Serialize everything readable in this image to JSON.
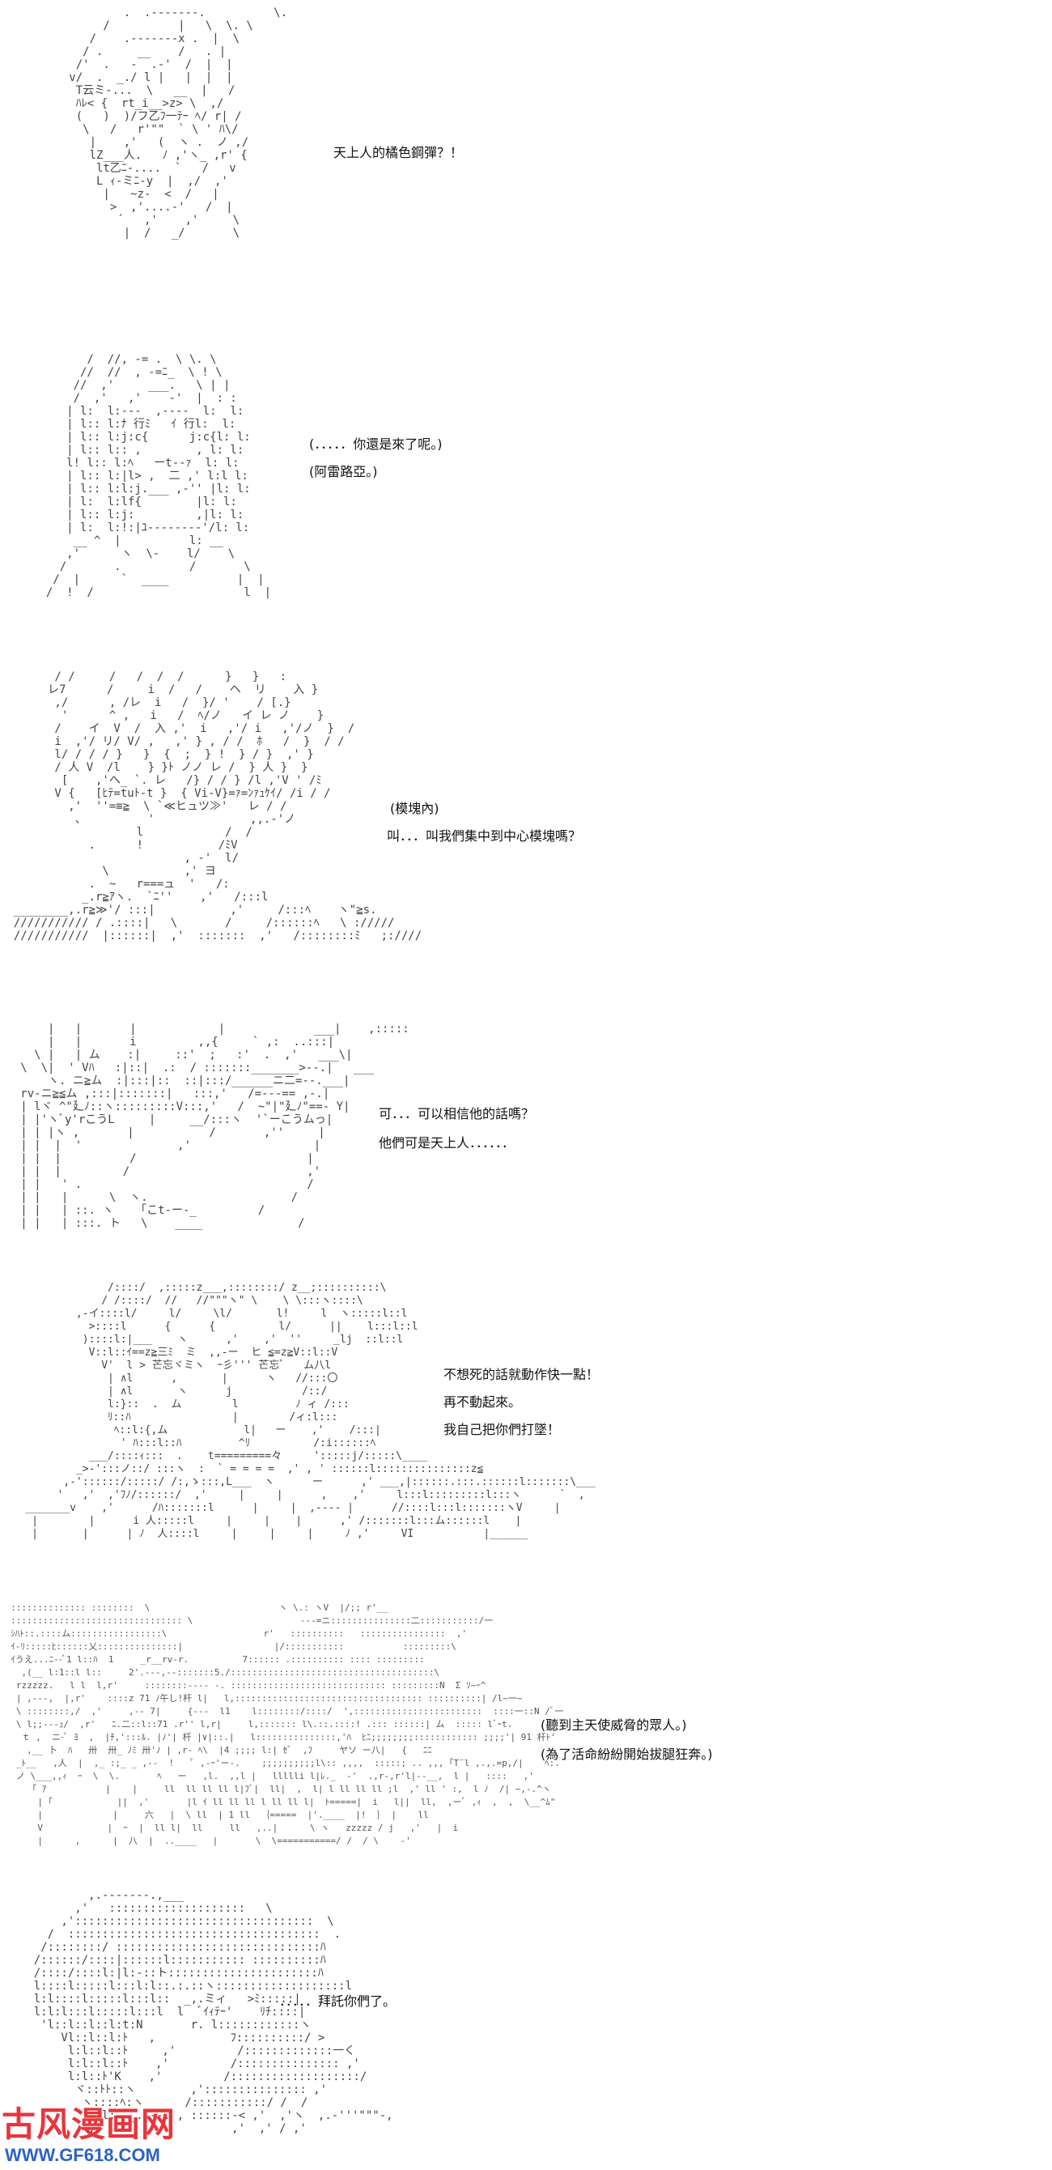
{
  "panels": [
    {
      "art": "           .  .-------.          \\.\n        /          |   \\  \\. \\\n      /    .-------x .  |  \\\n     / .     __    /   . |\n    /'  .   -  .-'  /  |  |\n   v/  .  _./ l |   |  |  |\n    T云ミ-...  \\   __  |   / \n    ﾊﾚ< {  rt_i__>z> \\  ,/\n    (   )  )/フ乙ﾌ一ﾃｰ ﾍ/ r| /\n     \\   /   r'\"\"  ` \\ ' ﾊ\\/\n      |    ,'   (  ヽ .  ノ ,/\n      lZ___人.   ﾉ ,'ヽ_ ,r' {\n       lt乙ﾆ-....  `   /   v\n       L ｨ-ミﾆ-y  |  ,/  ,'\n        |   ~z-  <  /   |\n         >  ,'....-'   /  |\n          ´   ,'    ,'     \\\n           |  /   _/       \\",
      "lines": [
        "天上人的橘色鋼彈？！"
      ]
    },
    {
      "art": "        /  //, -= .  \\ \\. \\\n       //  //  , -=ﾆ_  \\ ! \\\n      //  ,'     ___.   \\ | |\n      /  ,'   ,'    -'  |  : :\n     | l:  l:---  ,----  l:  l:\n     | l:: l:ﾅ 行ﾐ   ｲ 行l:  l:\n     | l:: l:j:c{      j:c{l: l:\n     | l:: l:: ,        , l: l:\n     l! l:: l:ﾍ   ーt--ｧ  l: l:\n     | l:: l:|l> ,  二 ,' l:l l:\n     | l:: l:l:j.___ ,-'' |l: l:\n     | l:  l:lf{        |l: l:\n     | l:: l:j:         ,|l: l:\n     | l:  l:!:|ﾕ--------'/l: l:\n      __ ^  |          l: __\n     ,'      ヽ  \\-    l/    \\\n    /       .          /       \\\n   /  |      `  ____          |  |\n  /  !  /                      l  |",
      "lines": [
        "(．．．．．你還是來了呢。)",
        "(阿雷路亞。)"
      ]
    },
    {
      "art": "        / /     /   /  /  /      }   }   :\n       レ7      /     i  /   /    ヘ  リ    入 }\n        ,/      , /レ  i   /  }/ '    / [.}\n         '      ^ ,   i   /  ﾍ/ノ   イ レ ノ    }\n        /    イ  V  /  入 ,'  i   ,'/ i   ,'/ノ  }  /\n        i  ,'/ リ/ V/ ,   ,' } , / /  ﾎ   /  }  / /\n        l/ / / / }   }  {  ;  } !  } / }  ,' }\n        / 人 V  /l    } }ﾄ ノノ レ /  } 人 }  }\n         [    ,'へ_ `. レ   /} / / } /l ,'V ' /ﾐ\n        V {   [ﾋﾃ=tuﾄ-t }  { Vi-V}=ｧ=ﾝｧｭｹｲ/ /i / /\n          ,'  ''=≡≧  \\ `≪ヒュツ≫'   レ / /\n           、         '              ,,.-'ノ\n                    l            /  /\n             .      !           /ﾐV\n                           , -'  l/\n               \\           ,' ヨ\n             .  ~   r===ュ  '   /:\n            _.r≧ｱヽ.  `ﾆ''    ,'   /:::l\n  ________,.r≧≫'/ :::|           ,'     /:::ﾍ    ヽ\"≧s.\n  /////////// / .::::|   \\       /     /::::::ﾍ   \\ ://///\n  ///////////  |::::::|  ,'  :::::::  ,'   /::::::::ﾐ   ;:////",
      "lines": [
        "(模塊內)",
        "叫．．．叫我們集中到中心模塊嗎？"
      ]
    },
    {
      "art": "       |   |       |            |             ___|    ,:::::\n       |   |       i         ,,{     ` ,:  ..:::|\n     \\ |   | ム    :|     ::'  ;   :'  .  ,'   ___\\|\n   \\  \\|  ' Vﾊ   :|::|  .:  / :::::::_______>--.|   ___\n       ヽ. ニ≧ム  :|:::|::  ::|:::/______ニ二=--.___|\n   rv-ニ≧≦ム ,:::|:::::::|   :::,'   /=---== ,-.|\n   | lヾ ^\"廴ﾉ::ヽ:::::::::V:::,'   /  ~\"|\"廴ﾉ\"==- Y|\n   | |'ヽﾞy'rこうL     |     __/:::ヽ  '`ーこうムっ|\n   | | |ヽ ,       |           /       ,''     |\n   | |  |  '              ,'                  |\n   | |  |          /                         |\n   | |  |         /                          ,'\n   | |   ' .                                 /\n   | |   |      \\  ヽ.                     /\n   | |   | ::. ヽ    ｢こt-ー-_         /\n   | |   | :::. ト   \\    ____              /",
      "lines": [
        "可．．．可以相信他的話嗎？",
        "他們可是天上人．．．．．．"
      ]
    },
    {
      "art": "                 /::::/  ,:::::z___,::::::::/ z__;::::::::::\\\n                / /::::/  //   //\"\"\"ヽ\" \\    \\ \\:::ヽ::::\\\n            ,-イ::::l/     l/     \\l/       l!     l  ヽ:::::l::l\n              >::::l      {      {          l/      ||    l:::l::l\n             )::::l:|___    ヽ      ,'    ,'  ''     _lj  ::l::l\n              V::l::ｲ==z≧三ﾐ  ミ  ,,-ー  ヒ ≦=z≧V::l::V\n                V'  l > 芒忘ヾミヽ  ｰ彡''' 芒忘ﾞ   ム八l\n                 | ∧l      ,       |      ヽ   //:::〇\n                 | ∧l       ヽ      j           /::/\n                 l:}::  .  ム        l         ﾉ ィ /:::\n                 ﾘ::ﾊ                |        /ィ:l:::\n                  ﾍ::l:{,ム            l|   ー    ,'    /:::|\n                   ' ﾊ:::l::ﾊ         ^ﾘ          /:i::::::ﾍ\n              ___/::::ｨ:::  .    t=========々     ':::::j/:::::\\____\n            _>-':::ノ::/ :::ヽ  :  ` = = = =  ,' , ' ::::::l:::::::::::::::z≦\n          ,-'::::::/:::::/ /:,ゝ:::,L___  ヽ      ー      ,' ___,|::::::.:::.::::::l:::::::\\___\n         '   ,'  ,'ﾌﾉ/::::::/  ,'     |     |      ,    ,'     l:::l:::::::::l:::ヽ      `  ,\n    _______v    ,'      /ﾊ:::::::l      |     |  ,---- |      //::::l:::l:::::::ヽV     |\n     |        |      i 人:::::l     |     |    |      ,' /:::::::l:::ム::::::l    |\n     |       |      | ﾉ  人::::l     |     |     |     ﾉ ,'     VI           |______",
      "lines": [
        "不想死的話就動作快一點！",
        "再不動起來。",
        "我自己把你們打墜！"
      ]
    },
    {
      "art": "  :::::::::::::: ::::::::  \\                        ヽ \\.: ヽV  |/;; r'__\n  :::::::::::::::::::::::::::::::: \\                    ---=ニ:::::::::::::::二:::::::::::/一\n  ｼﾊﾄ::.::::ム:::::::::::::::::\\                  r'   ::::::::::   ::::::::::::::::  ,'\n  ｲ-ﾘ:::::ﾋ::::::乂:::::::::::::::|                 |/:::::::::::           :::::::::\\\n  ｲうえ...ﾆ--ﾞ1 l::ﾊ  1     _r__rv-r.          7:::::: .:::::::::: :::: :::::::::\n    ,(__ l:1::l l::     2'.---,--:::::::5./::::::::::::::::::::::::::::::::::::::\\\n   rzzzzz.   l l  l,r'     ::::::::---- -. ::::::::::::::::::::::::::::: :::::::::N  Σ ｿ~ｰ^\n   | ,---,  |,r'    ::::z 71 ﾉ午し!杆 l|   l,::::::::::::::::::::::::::::::::::: ::::::::::| /l~一~\n   \\ ::::::::,/  ,'     ,-- 7|     {---  l1    l::::::::/::::/  ',::::::::::::::::::::::::  ::::一::N /ﾞ一\n   \\ l;;---ｭ/  ,r'   ﾆ.二::l::71 .r'' l,r|     l,::::::: l\\.::.::::! .::: ::::::| ム  ::::: lﾞｰt.\n    ｔ ,  ニ-ﾞ ﾖ  ,  |ﾁ,':::ﾙ. |ﾉ'| 杆 |∨|::.|   l:::::::::::::::,'ﾊ  ﾋﾆ;;;;;;;;:::::::::::: ;;;;'| 91 杆ﾄ'\n     ,__ 卜  ﾊ   卅  卅_ ﾉﾐ 卅'ﾉ | ,r- ﾍ\\  |4 ;;;; l:| ｾﾞ  ,ﾌ     ヤソ ー八|   {   ﾆﾆ\n   _ﾄ__   ,人  |  ,_ :;_ _ ,--  !   ﾟ ,-ｰ'ー-.    ;;;;;;;;;;l\\:: ,,,,  :::::; .. ,,, ｢T¨l ,.,.=p,/|    ﾍ:.\n   ノ \\___,,ｨ  ｰ  \\  \\.       ﾍ   ー   ,l.  ,,l |   llllli l|ﾚ._  -'  .,r-,r'l|--__,  l |   ::::   ,'\n      ｢ ｱ           |    |     ll  ll ll ll l|ﾌﾞ|  ll|  ,  l| l ll ll ll ;l  ,' ll ' :,  l ﾉ  /| ~,-.^ヽ\n       | ｢            ||  ,'       |l ｲ ll ll ll l ll ll l|  ﾄ=====|  i   l||  ll,  ,ーﾞ ,ｨ  ,  ,  \\__^ﾑ\"\n       |             |     六   |  \\ ll  | 1 ll  ｛=====  |'.____  |!  ｝ |    ll\n       V            |  ｰ  |  ll l|  ll     ll   ,..|      \\ ヽ   zzzzz / j   ,'   |  i\n       |      ,      |  八  |  ..____   |       \\  \\===========/ /  / \\    ‐'",
      "lines": [
        "(聽到主天使威脅的眾人。)",
        "(為了活命紛紛開始拔腿狂奔。)"
      ]
    },
    {
      "art": "            ,.-------.,___\n          ,'   ::::::::::::::::::::   \\\n        ,':::::::::::::::::::::::::::::::::::  \\\n      /  :::::::::::::::::::::::::::::::::::::  .\n     /::::::::/ ::::::::::::::::::::::::::::::ﾊ\n    /::::::/::::|::::::l::::::::::: ::::::::::ﾊ\n    /::::/::::l:|l:-::ト::::::::::::::::::::::ﾊ\n    l::::l:::::l:::l:l::.:.::ヽ:::::::::::::::::::l\n    l:l::::l:::::l:::l::  _,.ミィ   >ﾐ:::::|\n    l:l:l:::l:::::l:::l  l  ﾞｲｨﾃｰ'    ﾘﾁ::::|\n     'l::l::l::l:t:N       r. l::::::::::::ヽ\n        Vl::l::l:ﾄ   ,           ﾌ::::::::::/ >\n         l:l::l::ﾄ     ,'         /:::::::::::::一く\n         l:l::l::ﾄ    ,'         /::::::::::::::: ,'\n         l:l::ﾄ'K    ,'         /:::::::::::::::::::/\n          ヾ::ﾄﾄ::ヽ        ,'::::::::::::::: ,'\n           ヽ::::ﾍ:ヽ      /:::::::::::/ /  /\n              l:  _.---. , ::::::-< ,'  ,'ヽ  ,.-'''\"\"\"-,\n            ,'                   ,'  ,' / ,'",
      "lines": [
        "．．．．．拜託你們了。"
      ]
    }
  ],
  "watermark": {
    "title": "古风漫画网",
    "url": "WWW.GF618.COM"
  }
}
